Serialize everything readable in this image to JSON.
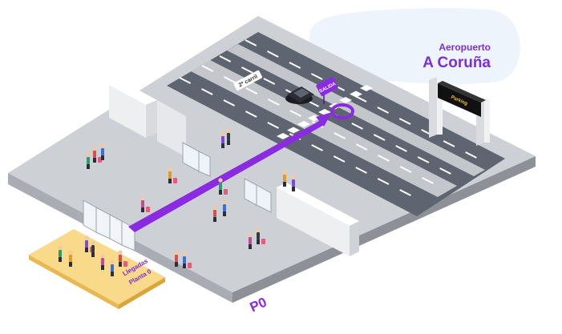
{
  "airport": {
    "line1": "Aeropuerto",
    "line2": "A Coruña"
  },
  "lane_label": "2º carril",
  "pickup_tag": "SALIDA",
  "overhead_sign": "Parking",
  "arrivals": {
    "line1": "Llegadas",
    "line2": "Planta 0"
  },
  "floor_label": "P0",
  "colors": {
    "route": "#8a2be2",
    "accent_text": "#7b2fd6",
    "road": "#5c6370",
    "floor": "#cfd1d5",
    "arrivals_pad": "#f9d98a"
  },
  "icons": [
    "car-icon",
    "pickup-marker-icon",
    "person-icon",
    "luggage-icon",
    "sign-board-icon"
  ]
}
